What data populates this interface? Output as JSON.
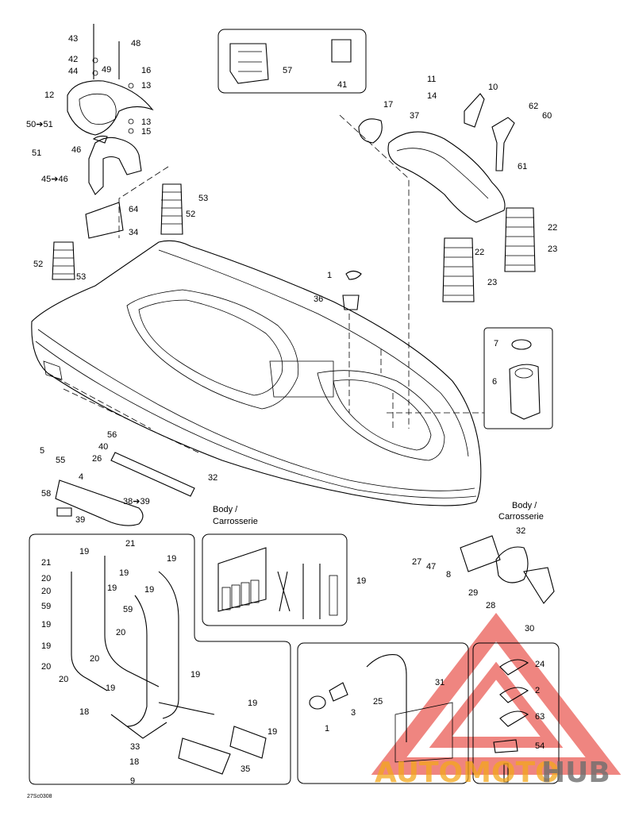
{
  "doc_code": "27Sc0308",
  "body_label": [
    "Body /",
    "Carrosserie"
  ],
  "watermark": {
    "left": "AUTOMOTO",
    "right": "HUB",
    "left_color": "#f4a71c",
    "right_color": "#6e6e6e",
    "triangle_color": "#e2231a"
  },
  "callouts": [
    {
      "t": "43"
    },
    {
      "t": "48"
    },
    {
      "t": "42"
    },
    {
      "t": "49"
    },
    {
      "t": "44"
    },
    {
      "t": "16"
    },
    {
      "t": "13"
    },
    {
      "t": "12"
    },
    {
      "t": "50➔51"
    },
    {
      "t": "13"
    },
    {
      "t": "15"
    },
    {
      "t": "51"
    },
    {
      "t": "46"
    },
    {
      "t": "45➔46"
    },
    {
      "t": "53"
    },
    {
      "t": "64"
    },
    {
      "t": "52"
    },
    {
      "t": "34"
    },
    {
      "t": "52"
    },
    {
      "t": "53"
    },
    {
      "t": "57"
    },
    {
      "t": "41"
    },
    {
      "t": "11"
    },
    {
      "t": "14"
    },
    {
      "t": "10"
    },
    {
      "t": "17"
    },
    {
      "t": "37"
    },
    {
      "t": "62"
    },
    {
      "t": "60"
    },
    {
      "t": "61"
    },
    {
      "t": "22"
    },
    {
      "t": "22"
    },
    {
      "t": "23"
    },
    {
      "t": "23"
    },
    {
      "t": "1"
    },
    {
      "t": "36"
    },
    {
      "t": "7"
    },
    {
      "t": "6"
    },
    {
      "t": "5"
    },
    {
      "t": "55"
    },
    {
      "t": "56"
    },
    {
      "t": "40"
    },
    {
      "t": "26"
    },
    {
      "t": "4"
    },
    {
      "t": "32"
    },
    {
      "t": "58"
    },
    {
      "t": "38➔39"
    },
    {
      "t": "39"
    },
    {
      "t": "27"
    },
    {
      "t": "47"
    },
    {
      "t": "8"
    },
    {
      "t": "32"
    },
    {
      "t": "29"
    },
    {
      "t": "28"
    },
    {
      "t": "30"
    },
    {
      "t": "21"
    },
    {
      "t": "21"
    },
    {
      "t": "19"
    },
    {
      "t": "19"
    },
    {
      "t": "20"
    },
    {
      "t": "19"
    },
    {
      "t": "20"
    },
    {
      "t": "19"
    },
    {
      "t": "19"
    },
    {
      "t": "59"
    },
    {
      "t": "59"
    },
    {
      "t": "19"
    },
    {
      "t": "19"
    },
    {
      "t": "20"
    },
    {
      "t": "20"
    },
    {
      "t": "20"
    },
    {
      "t": "20"
    },
    {
      "t": "19"
    },
    {
      "t": "19"
    },
    {
      "t": "19"
    },
    {
      "t": "18"
    },
    {
      "t": "19"
    },
    {
      "t": "33"
    },
    {
      "t": "18"
    },
    {
      "t": "35"
    },
    {
      "t": "9"
    },
    {
      "t": "19"
    },
    {
      "t": "25"
    },
    {
      "t": "31"
    },
    {
      "t": "3"
    },
    {
      "t": "1"
    },
    {
      "t": "24"
    },
    {
      "t": "2"
    },
    {
      "t": "63"
    },
    {
      "t": "54"
    }
  ]
}
